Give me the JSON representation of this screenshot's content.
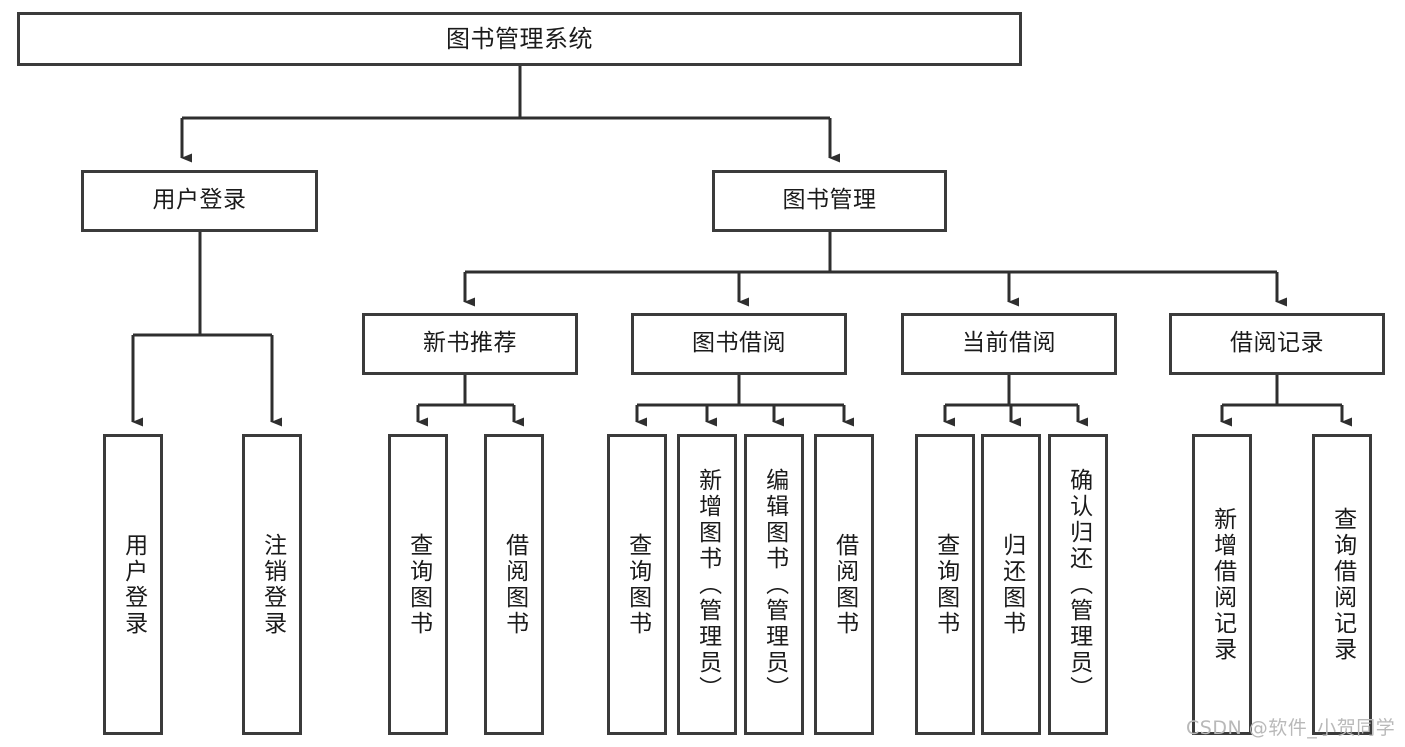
{
  "diagram": {
    "type": "tree-hierarchy-chart",
    "title": "图书管理系统",
    "style": {
      "box_border_color": "#3b3b3b",
      "box_fill_color": "#ffffff",
      "line_color": "#2f2f2f",
      "text_color": "#1b1b1b",
      "background_color": "#ffffff",
      "watermark_color": "#b9b9b9"
    },
    "root": {
      "label": "图书管理系统"
    },
    "level2": [
      {
        "label": "用户登录"
      },
      {
        "label": "图书管理"
      }
    ],
    "level3": [
      {
        "label": "新书推荐"
      },
      {
        "label": "图书借阅"
      },
      {
        "label": "当前借阅"
      },
      {
        "label": "借阅记录"
      }
    ],
    "leaves": {
      "user_login": [
        {
          "label": "用户登录"
        },
        {
          "label": "注销登录"
        }
      ],
      "new_book_recommend": [
        {
          "label": "查询图书"
        },
        {
          "label": "借阅图书"
        }
      ],
      "book_borrow": [
        {
          "label": "查询图书"
        },
        {
          "label": "新增图书（管理员）"
        },
        {
          "label": "编辑图书（管理员）"
        },
        {
          "label": "借阅图书"
        }
      ],
      "current_borrow": [
        {
          "label": "查询图书"
        },
        {
          "label": "归还图书"
        },
        {
          "label": "确认归还（管理员）"
        }
      ],
      "borrow_record": [
        {
          "label": "新增借阅记录"
        },
        {
          "label": "查询借阅记录"
        }
      ]
    }
  },
  "watermark": {
    "text": "CSDN @软件_小贺同学"
  }
}
